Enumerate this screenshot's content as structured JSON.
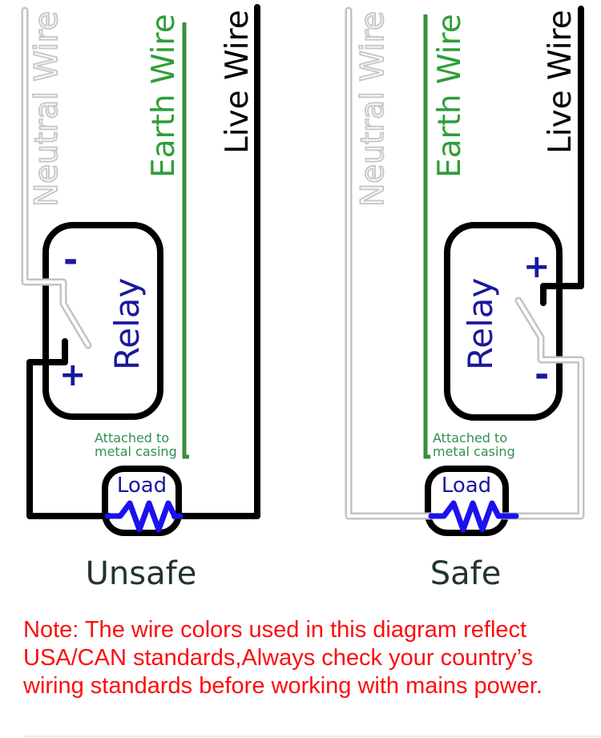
{
  "diagrams": [
    {
      "caption": "Unsafe",
      "neutral_label": "Neutral Wire",
      "earth_label": "Earth Wire",
      "live_label": "Live Wire",
      "relay_label": "Relay",
      "minus_symbol": "-",
      "plus_symbol": "+",
      "load_label": "Load",
      "casing_note_line1": "Attached to",
      "casing_note_line2": "metal casing"
    },
    {
      "caption": "Safe",
      "neutral_label": "Neutral Wire",
      "earth_label": "Earth Wire",
      "live_label": "Live Wire",
      "relay_label": "Relay",
      "minus_symbol": "-",
      "plus_symbol": "+",
      "load_label": "Load",
      "casing_note_line1": "Attached to",
      "casing_note_line2": "metal casing"
    }
  ],
  "note": {
    "lines": [
      "Note: The wire colors used in this diagram reflect",
      "USA/CAN standards,Always check your country’s",
      "wiring standards before working with mains power."
    ]
  },
  "colors": {
    "wire_black": "#000000",
    "neutral_wire_outline": "#c3c3c3",
    "neutral_wire_core": "#ffffff",
    "earth_wire_green": "#36913c",
    "earth_text_green": "#2f9e38",
    "casing_text_green": "#2f9150",
    "terminal_navy": "#1a189c",
    "resistor_blue": "#1b12ee",
    "caption_dark": "#213432",
    "note_red": "#fb0e0e"
  }
}
